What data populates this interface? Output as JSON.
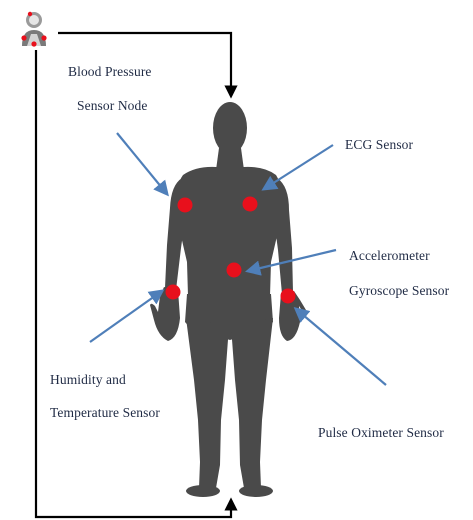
{
  "labels": {
    "blood_pressure_line1": "Blood Pressure",
    "blood_pressure_line2": "Sensor Node",
    "ecg": "ECG Sensor",
    "accelerometer_line1": "Accelerometer",
    "accelerometer_line2": "Gyroscope Sensor",
    "humidity_line1": "Humidity and",
    "humidity_line2": "Temperature Sensor",
    "pulse_oximeter": "Pulse Oximeter Sensor"
  },
  "colors": {
    "body_fill": "#4a4a4a",
    "sensor_dot": "#e8101c",
    "pointer_arrow": "#4f7fb9",
    "connection_line": "#000000",
    "label_text": "#1f2a44"
  },
  "icons": {
    "user": "user-with-sensors-icon"
  }
}
